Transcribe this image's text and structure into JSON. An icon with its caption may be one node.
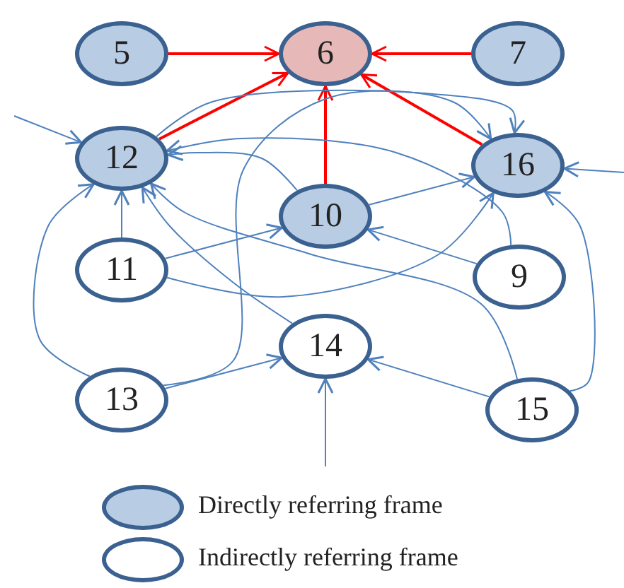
{
  "diagram": {
    "nodes": [
      {
        "text": [
          "5"
        ]
      },
      {
        "text": [
          "6"
        ]
      },
      {
        "text": [
          "7"
        ]
      },
      {
        "text": [
          "12"
        ]
      },
      {
        "text": [
          "16"
        ]
      },
      {
        "text": [
          "10"
        ]
      },
      {
        "text": [
          "11"
        ]
      },
      {
        "text": [
          "9"
        ]
      },
      {
        "text": [
          "14"
        ]
      },
      {
        "text": [
          "13"
        ]
      },
      {
        "text": [
          "15"
        ]
      }
    ],
    "edges": [
      {
        "from": 0,
        "to": 1,
        "arrow": "to",
        "color": "#ff0000"
      },
      {
        "from": 2,
        "to": 1,
        "arrow": "to",
        "color": "#ff0000"
      },
      {
        "from": 3,
        "to": 1,
        "arrow": "to",
        "color": "#ff0000"
      },
      {
        "from": 5,
        "to": 1,
        "arrow": "to",
        "color": "#ff0000"
      },
      {
        "from": 4,
        "to": 1,
        "arrow": "to",
        "color": "#ff0000"
      },
      {
        "from": null,
        "to": 3,
        "arrow": "to"
      },
      {
        "from": null,
        "to": 4,
        "arrow": "to"
      },
      {
        "from": null,
        "to": 8,
        "arrow": "to"
      },
      {
        "from": 6,
        "to": 3,
        "arrow": "to"
      },
      {
        "from": 6,
        "to": 5,
        "arrow": "to"
      },
      {
        "from": 7,
        "to": 5,
        "arrow": "to"
      },
      {
        "from": 5,
        "to": 4,
        "arrow": "to"
      },
      {
        "from": 5,
        "to": 3,
        "arrow": "to"
      },
      {
        "from": 9,
        "to": 8,
        "arrow": "to"
      },
      {
        "from": 10,
        "to": 8,
        "arrow": "to"
      },
      {
        "from": 9,
        "to": 3,
        "arrow": "to"
      },
      {
        "from": 9,
        "to": 4,
        "arrow": "to"
      },
      {
        "from": 8,
        "to": 3,
        "arrow": "to"
      },
      {
        "from": 10,
        "to": 3,
        "arrow": "to"
      },
      {
        "from": 6,
        "to": 4,
        "arrow": "to"
      },
      {
        "from": 7,
        "to": 3,
        "arrow": "to"
      },
      {
        "from": 10,
        "to": 4,
        "arrow": "to"
      },
      {
        "from": 3,
        "to": 4,
        "arrow": "to"
      }
    ],
    "legend": [
      {
        "text": "Directly referring frame",
        "color": "#b8cce4"
      },
      {
        "text": "Indirectly referring frame",
        "color": "#ffffff"
      }
    ]
  }
}
